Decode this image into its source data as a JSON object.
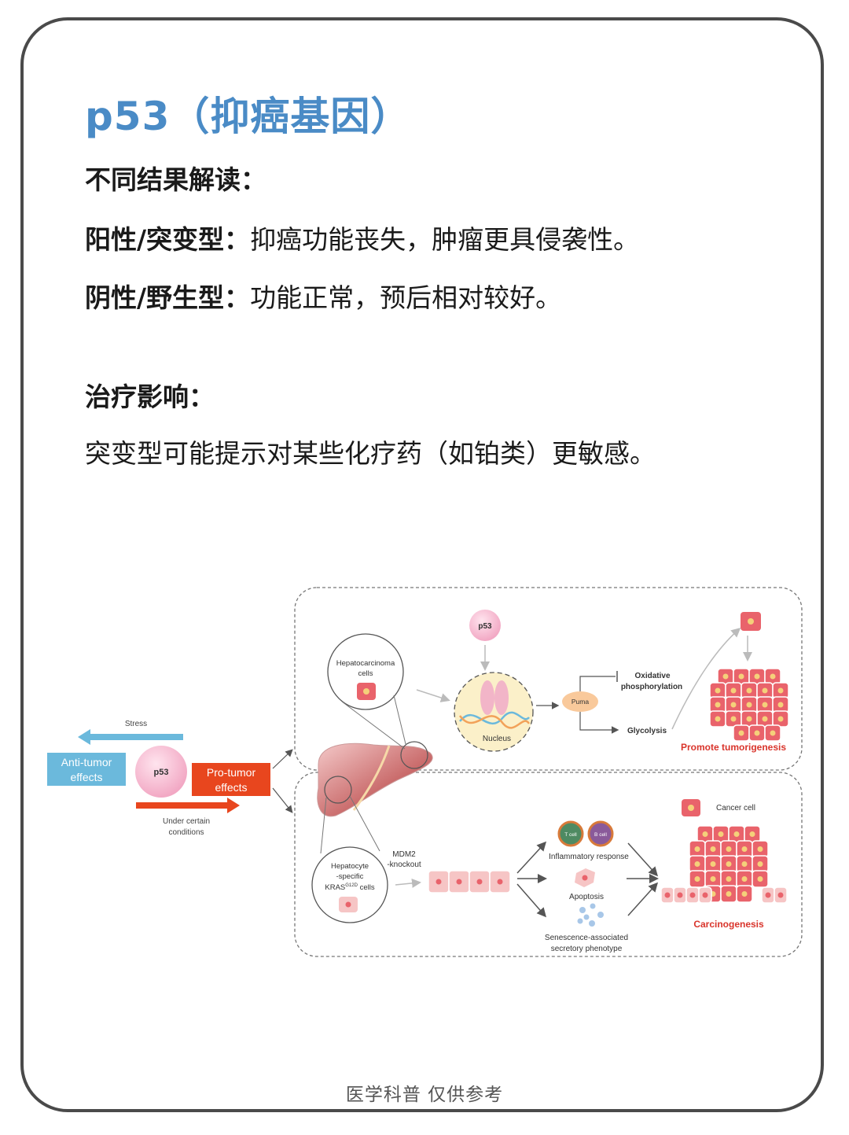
{
  "title": "p53（抑癌基因）",
  "results_heading": "不同结果解读：",
  "positive": {
    "label": "阳性/突变型：",
    "text": "抑癌功能丧失，肿瘤更具侵袭性。"
  },
  "negative": {
    "label": "阴性/野生型：",
    "text": "功能正常，预后相对较好。"
  },
  "treatment_heading": "治疗影响：",
  "treatment_text": "突变型可能提示对某些化疗药（如铂类）更敏感。",
  "diagram": {
    "stress": "Stress",
    "anti_tumor": [
      "Anti-tumor",
      "effects"
    ],
    "p53_center": "p53",
    "pro_tumor": [
      "Pro-tumor",
      "effects"
    ],
    "under_conditions": [
      "Under certain",
      "conditions"
    ],
    "top": {
      "p53": "p53",
      "hepatocarcinoma": [
        "Hepatocarcinoma",
        "cells"
      ],
      "nucleus": "Nucleus",
      "puma": "Puma",
      "oxidative": [
        "Oxidative",
        "phosphorylation"
      ],
      "glycolysis": "Glycolysis",
      "promote": "Promote tumorigenesis"
    },
    "bottom": {
      "hepatocyte": [
        "Hepatocyte",
        "-specific",
        "KRAS",
        "G12D",
        " cells"
      ],
      "mdm2": [
        "MDM2",
        "-knockout"
      ],
      "t_cell": "T cell",
      "b_cell": "B cell",
      "inflammatory": "Inflammatory response",
      "apoptosis": "Apoptosis",
      "senescence": [
        "Senescence-associated",
        "secretory phenotype"
      ],
      "cancer_cell": "Cancer cell",
      "carcinogenesis": "Carcinogenesis"
    }
  },
  "footer": "医学科普 仅供参考",
  "colors": {
    "title": "#4a8bc6",
    "anti": "#6bb9dc",
    "pro": "#e8461e",
    "red_text": "#d9342b"
  }
}
